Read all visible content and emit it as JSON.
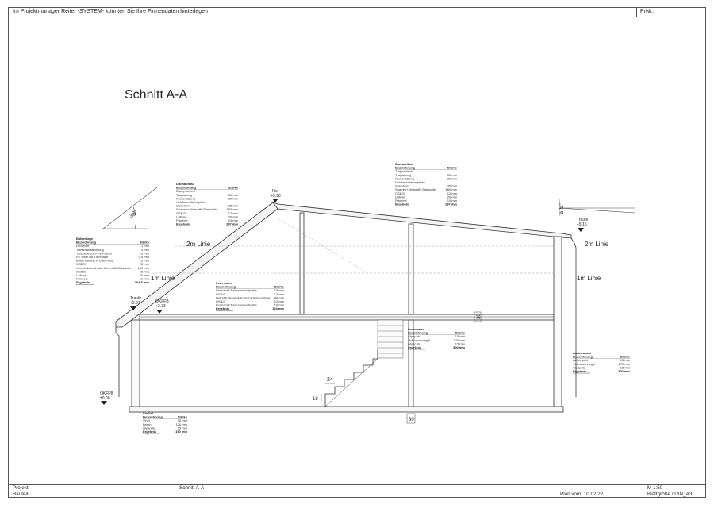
{
  "header": {
    "note": "Im Projektmanager Reiter -SYSTEM- könnten Sie Ihre Firmendaten hinterlegen",
    "prnr_label": "PrNr.:"
  },
  "drawing": {
    "title": "Schnitt A-A",
    "first": "Fist",
    "first_level": "+5.98",
    "traufe_left": "Traufe",
    "traufe_left_level": "+2.07",
    "okffb_upper": "OKFFB",
    "okffb_upper_level": "+2.73",
    "okffb_lower": "OKFFB",
    "okffb_lower_level": "±0.00",
    "traufe_right": "Traufe",
    "traufe_right_level": "+5.15",
    "angle_left": "38°",
    "angle_right": "5.5°",
    "line_2m_left": "2m Linie",
    "line_1m_left": "1m Linie",
    "line_2m_right": "2m Linie",
    "line_1m_right": "1m Linie",
    "dim_30_mid": "30",
    "dim_30_bottom": "30",
    "dim_step_w": "24",
    "dim_step_h": "18"
  },
  "legends": {
    "dach_left": {
      "title": "Dachaufbau",
      "col1": "Bezeichnung",
      "col2": "Stärke",
      "rows": [
        [
          "Dachpfannen",
          ""
        ],
        [
          "Traglattung",
          "30 mm"
        ],
        [
          "Konterlattung",
          "30 mm"
        ],
        [
          "Holzfaserdämmplatte",
          ""
        ],
        [
          "Isolrphem",
          "35 mm"
        ],
        [
          "Sparren+Mineralfil Glaswolle",
          "180 mm"
        ],
        [
          "OSB/3",
          "12 mm"
        ],
        [
          "Lattung",
          "20 mm"
        ],
        [
          "Paneele",
          "10 mm"
        ]
      ],
      "total_label": "Ergebnis",
      "total": "297 mm"
    },
    "dach_right": {
      "title": "Dachaufbau",
      "col1": "Bezeichnung",
      "col2": "Stärke",
      "rows": [
        [
          "Trapezblech",
          ""
        ],
        [
          "Traglattung",
          "30 mm"
        ],
        [
          "Konterlattung",
          "30 mm"
        ],
        [
          "Holzfaserdämmplatte",
          ""
        ],
        [
          "Isolrphem",
          "35 mm"
        ],
        [
          "Sparren+Mineralfil Glaswolle",
          "180 mm"
        ],
        [
          "OSB/3",
          "12 mm"
        ],
        [
          "Lattung",
          "20 mm"
        ],
        [
          "Paneele",
          "10 mm"
        ]
      ],
      "total_label": "Ergebnis",
      "total": "297 mm"
    },
    "balken": {
      "title": "Balkenlage",
      "col1": "Bezeichnung",
      "col2": "Stärke",
      "rows": [
        [
          "Linoleum",
          "1 mm"
        ],
        [
          "Trittschalldämmung",
          "3 mm"
        ],
        [
          "Trockenestrich Fermacell",
          "20 mm"
        ],
        [
          "PE Folie als Trennlage",
          "0,5 mm"
        ],
        [
          "Bodenfaltung in Dämmung",
          "25 mm"
        ],
        [
          "OSB/3",
          "25 mm"
        ],
        [
          "Konstruktionsholtz+Mineralfil Glaswolle",
          "180 mm"
        ],
        [
          "OSB/3",
          "15 mm"
        ],
        [
          "Lattung",
          "20 mm"
        ],
        [
          "Paneele",
          "10 mm"
        ]
      ],
      "total_label": "Ergebnis",
      "total": "304.5 mm"
    },
    "innen1": {
      "title": "Innenwand",
      "col1": "Bezeichnung",
      "col2": "Stärke",
      "rows": [
        [
          "Fermacell Faserzementplatte",
          "10 mm"
        ],
        [
          "OSB/3",
          "12 mm"
        ],
        [
          "Holzständerwerk Konstruktionsvollholz",
          "80 mm"
        ],
        [
          "OSB/3",
          "12 mm"
        ],
        [
          "Fermacell Faserzementplatte",
          "10 mm"
        ]
      ],
      "total_label": "Ergebnis",
      "total": "124 mm"
    },
    "innen2": {
      "title": "Innenwand",
      "col1": "Bezeichnung",
      "col2": "Stärke",
      "rows": [
        [
          "Gipsputz",
          "15 mm"
        ],
        [
          "Vollmauerziegel",
          "270 mm"
        ],
        [
          "Gipsputz",
          "15 mm"
        ]
      ],
      "total_label": "Ergebnis",
      "total": "300 mm"
    },
    "aussen": {
      "title": "Außenwand",
      "col1": "Bezeichnung",
      "col2": "Stärke",
      "rows": [
        [
          "Außenputz",
          "15 mm"
        ],
        [
          "Vollmauerziegel",
          "270 mm"
        ],
        [
          "Gipsputz",
          "15 mm"
        ]
      ],
      "total_label": "Ergebnis",
      "total": "300 mm"
    },
    "sockel": {
      "title": "Sockel",
      "col1": "Bezeichnung",
      "col2": "Stärke",
      "rows": [
        [
          "Vinyl",
          "15 mm"
        ],
        [
          "Beton",
          "120 mm"
        ],
        [
          "Gipsputz",
          "15 mm"
        ]
      ],
      "total_label": "Ergebnis",
      "total": "150 mm"
    }
  },
  "footer": {
    "projekt_label": "Projekt:",
    "bauteil_label": "Bauteil:",
    "plan_name": "Schnitt A-A",
    "plan_date": "Plan vom: 10.02.22",
    "scale": "M 1:50",
    "sheet_size": "Blattgröße / DIN_A3"
  }
}
